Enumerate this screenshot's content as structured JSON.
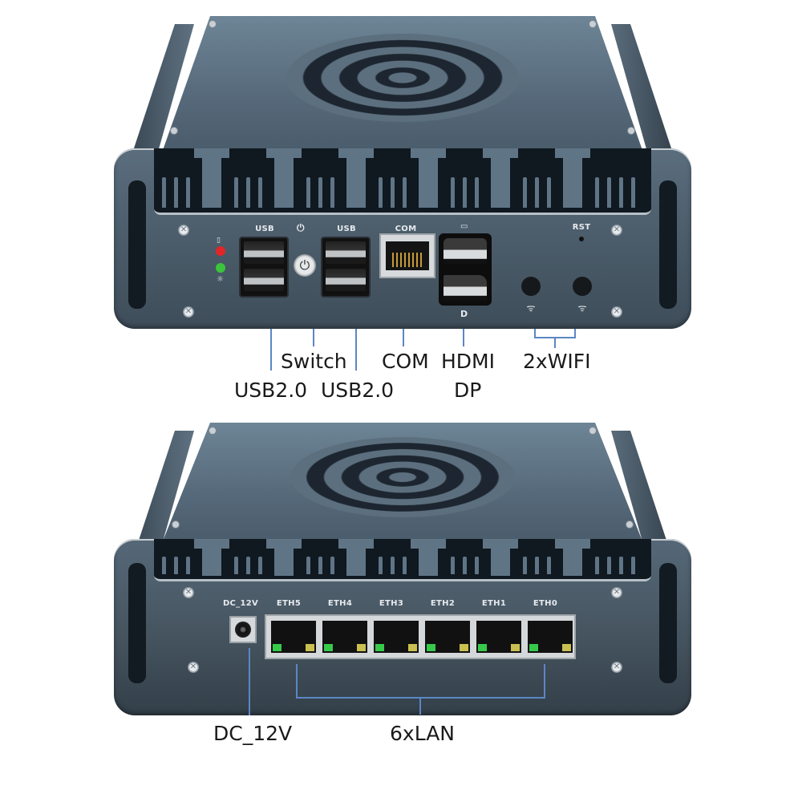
{
  "image": {
    "description": "Product photo of a fanless mini PC / firewall appliance shown from two sides with labeled ports",
    "background_color": "#ffffff",
    "chassis_color": "#56697a",
    "callout_line_color": "#5b87c4"
  },
  "front_view": {
    "panel_labels": {
      "usb_left": "USB",
      "usb_right": "USB",
      "com": "COM",
      "rst": "RST"
    },
    "leds": [
      {
        "name": "hdd-led",
        "color": "#e02626",
        "icon": "disk-icon"
      },
      {
        "name": "power-led",
        "color": "#3cc43c",
        "icon": "light-icon"
      }
    ],
    "icons": {
      "power": "power-icon",
      "hdmi": "hdmi-icon",
      "displayport": "displayport-icon",
      "wifi": "wifi-icon"
    },
    "callouts": {
      "usb_left": "USB2.0",
      "switch": "Switch",
      "usb_right": "USB2.0",
      "com": "COM",
      "hdmi": "HDMI",
      "dp": "DP",
      "wifi": "2xWIFI"
    }
  },
  "rear_view": {
    "panel_labels": {
      "dc": "DC_12V",
      "eth": [
        "ETH5",
        "ETH4",
        "ETH3",
        "ETH2",
        "ETH1",
        "ETH0"
      ]
    },
    "led_colors": {
      "link": "#37c94a",
      "activity": "#c9c050"
    },
    "callouts": {
      "dc": "DC_12V",
      "lan": "6xLAN"
    }
  }
}
